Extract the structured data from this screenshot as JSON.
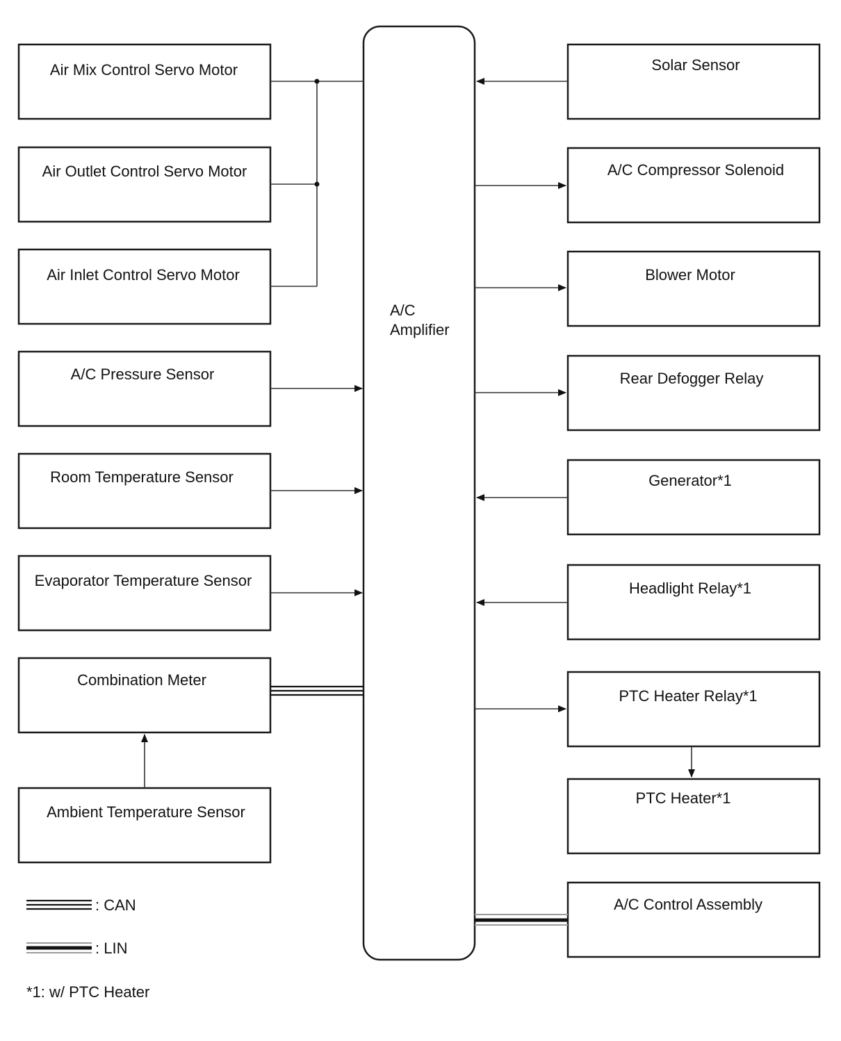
{
  "amplifier": {
    "line1": "A/C",
    "line2": "Amplifier"
  },
  "left_boxes": [
    {
      "id": "air-mix-control-servo-motor",
      "label": "Air Mix Control Servo Motor"
    },
    {
      "id": "air-outlet-control-servo-motor",
      "label": "Air Outlet Control Servo Motor"
    },
    {
      "id": "air-inlet-control-servo-motor",
      "label": "Air Inlet Control Servo Motor"
    },
    {
      "id": "ac-pressure-sensor",
      "label": "A/C Pressure Sensor"
    },
    {
      "id": "room-temperature-sensor",
      "label": "Room Temperature Sensor"
    },
    {
      "id": "evaporator-temperature-sensor",
      "label": "Evaporator Temperature Sensor"
    },
    {
      "id": "combination-meter",
      "label": "Combination Meter"
    },
    {
      "id": "ambient-temperature-sensor",
      "label": "Ambient Temperature Sensor"
    }
  ],
  "right_boxes": [
    {
      "id": "solar-sensor",
      "label": "Solar Sensor"
    },
    {
      "id": "ac-compressor-solenoid",
      "label": "A/C Compressor Solenoid"
    },
    {
      "id": "blower-motor",
      "label": "Blower Motor"
    },
    {
      "id": "rear-defogger-relay",
      "label": "Rear Defogger Relay"
    },
    {
      "id": "generator",
      "label": "Generator*1"
    },
    {
      "id": "headlight-relay",
      "label": "Headlight Relay*1"
    },
    {
      "id": "ptc-heater-relay",
      "label": "PTC Heater Relay*1"
    },
    {
      "id": "ptc-heater",
      "label": "PTC Heater*1"
    },
    {
      "id": "ac-control-assembly",
      "label": "A/C Control Assembly"
    }
  ],
  "legend": {
    "can": ": CAN",
    "lin": ": LIN",
    "note": "*1: w/ PTC Heater"
  }
}
